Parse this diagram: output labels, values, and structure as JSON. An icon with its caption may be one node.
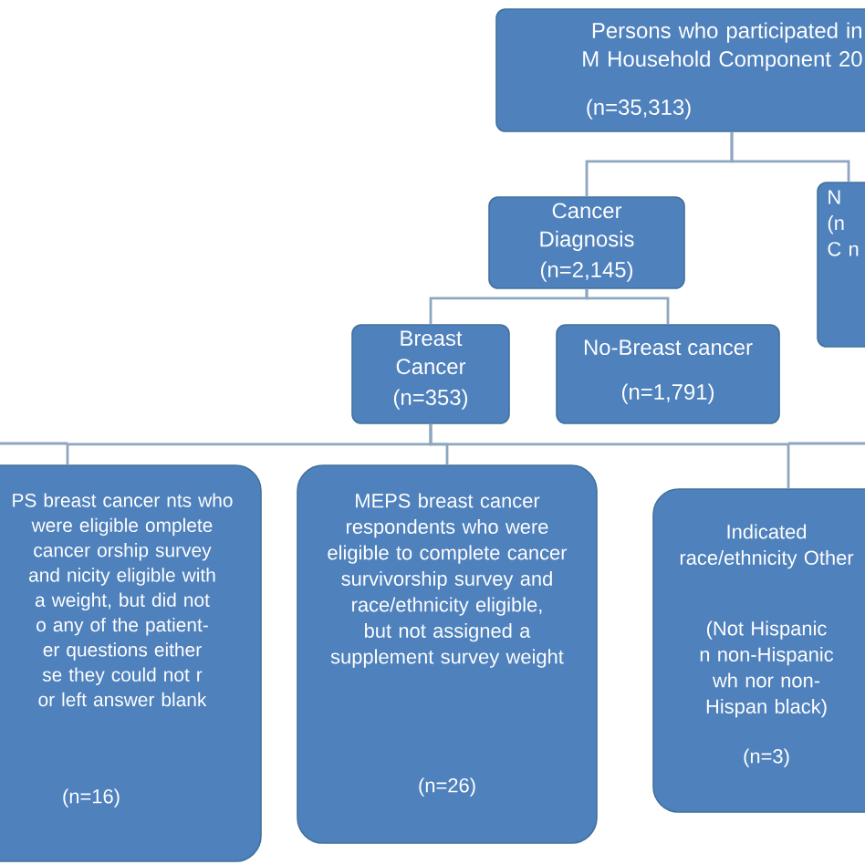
{
  "diagram": {
    "nodes": [
      {
        "text": [
          "Persons who participated in M Household Component 20",
          "(n=35,313)"
        ]
      },
      {
        "text": [
          "Cancer Diagnosis",
          "(n=2,145)"
        ]
      },
      {
        "text": [
          "N (n C n"
        ]
      },
      {
        "text": [
          "Breast Cancer",
          "(n=353)"
        ]
      },
      {
        "text": [
          "No-Breast cancer",
          "(n=1,791)"
        ]
      },
      {
        "text": [
          "PS breast cancer nts who were eligible omplete cancer orship survey and nicity eligible with a weight, but did not o any of the patient- er questions either se they could not r or left answer blank",
          "(n=16)"
        ]
      },
      {
        "text": [
          "MEPS breast cancer respondents who were eligible to complete cancer survivorship survey and race/ethnicity eligible, but not assigned a supplement survey weight",
          "(n=26)"
        ]
      },
      {
        "text": [
          "Indicated race/ethnicity Other",
          "(Not Hispanic n non-Hispanic wh nor non-Hispan black)",
          "(n=3)"
        ]
      }
    ],
    "edges": [
      {
        "from": 0,
        "to": 1,
        "arrow": "none"
      },
      {
        "from": 0,
        "to": 2,
        "arrow": "none"
      },
      {
        "from": 1,
        "to": 3,
        "arrow": "none"
      },
      {
        "from": 1,
        "to": 4,
        "arrow": "none"
      },
      {
        "from": 3,
        "to": 5,
        "arrow": "none"
      },
      {
        "from": 3,
        "to": 6,
        "arrow": "none"
      },
      {
        "from": 3,
        "to": 7,
        "arrow": "none"
      }
    ]
  }
}
